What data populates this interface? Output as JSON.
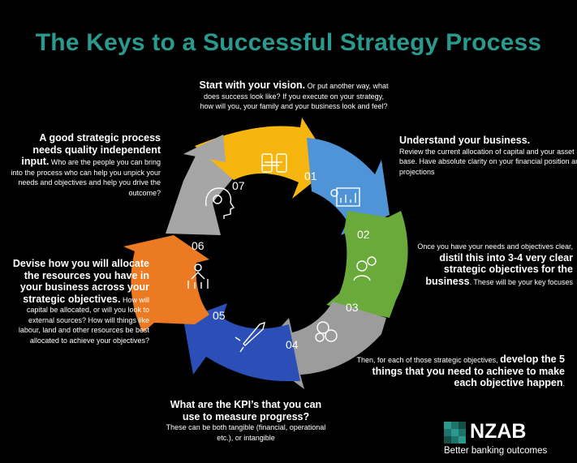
{
  "title": "The Keys to a Successful Strategy Process",
  "steps": [
    {
      "number": "01",
      "color": "#f6b60f",
      "heading": "Start with your vision.",
      "body": " Or put another way, what does success look like? If you execute on your strategy, how will you, your family and your business look and feel?"
    },
    {
      "number": "02",
      "color": "#4e94d6",
      "heading": "Understand your business.",
      "body": "Review the current allocation of capital and your asset base. Have absolute clarity on your financial position and projections"
    },
    {
      "number": "03",
      "color": "#6aaa3a",
      "lead": "Once you have your needs and objectives clear, ",
      "heading": "distil this into 3-4 very clear strategic objectives for the business",
      "body": ". These will be your key focuses"
    },
    {
      "number": "04",
      "color": "#9c9c9c",
      "lead": "Then, for each of those strategic objectives, ",
      "heading": "develop the 5 things that you need to achieve to make each objective happen",
      "body": "."
    },
    {
      "number": "05",
      "color": "#2b4fb7",
      "heading": "What are the KPI’s that you can use to measure progress?",
      "body": "These can be both tangible (financial, operational etc.), or intangible"
    },
    {
      "number": "06",
      "color": "#ec7a22",
      "heading": "Devise how you will allocate the resources you have in your business across your strategic objectives.",
      "body": " How will capital be allocated, or will you look to external sources? How will things like labour, land and other resources be best allocated to achieve your objectives?"
    },
    {
      "number": "07",
      "color": "#a6a6a6",
      "heading": "A good strategic process needs quality independent input.",
      "body": " Who are the people you can bring into the process who can help you unpick your needs and objectives and help you drive the outcome?"
    }
  ],
  "icons": [
    "mobile-exchange-icon",
    "presentation-chart-icon",
    "person-gear-icon",
    "people-network-icon",
    "rocket-icon",
    "growth-people-icon",
    "head-dollar-icon"
  ],
  "logo": {
    "name": "NZAB",
    "tagline": "Better banking outcomes"
  },
  "colors": {
    "title": "#2a9a8e",
    "background": "#000000"
  }
}
